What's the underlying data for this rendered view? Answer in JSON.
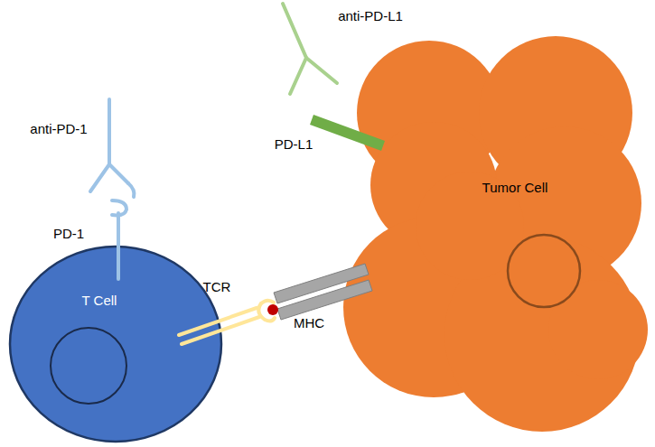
{
  "diagram": {
    "nodes": [
      {
        "text": [
          "T Cell"
        ]
      },
      {
        "text": [
          "Tumor Cell"
        ]
      }
    ],
    "labels": [
      "anti-PD-1",
      "PD-1",
      "TCR",
      "MHC",
      "anti-PD-L1",
      "PD-L1"
    ]
  }
}
